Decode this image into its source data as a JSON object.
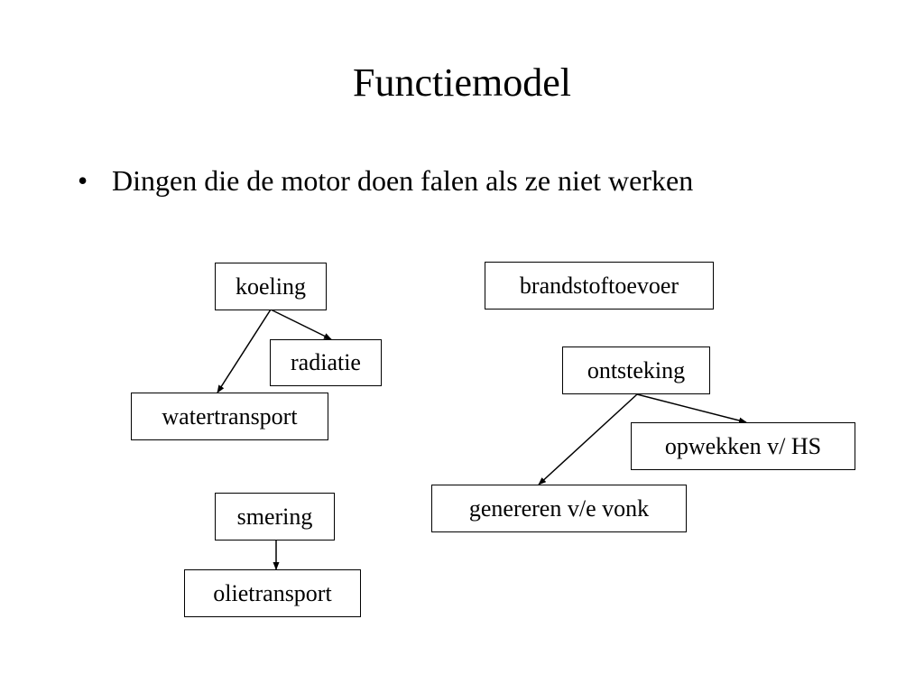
{
  "slide": {
    "title": "Functiemodel",
    "bullet_symbol": "•",
    "bullet_text": "Dingen die de motor doen falen als ze niet werken"
  },
  "diagram": {
    "nodes": {
      "koeling": "koeling",
      "radiatie": "radiatie",
      "watertransport": "watertransport",
      "smering": "smering",
      "olietransport": "olietransport",
      "brandstoftoevoer": "brandstoftoevoer",
      "ontsteking": "ontsteking",
      "opwekken": "opwekken v/ HS",
      "genereren": "genereren v/e vonk"
    },
    "edges": [
      {
        "from": "koeling",
        "to": "radiatie"
      },
      {
        "from": "koeling",
        "to": "watertransport"
      },
      {
        "from": "smering",
        "to": "olietransport"
      },
      {
        "from": "ontsteking",
        "to": "opwekken"
      },
      {
        "from": "ontsteking",
        "to": "genereren"
      }
    ],
    "colors": {
      "line": "#000000",
      "box_border": "#000000",
      "background": "#ffffff"
    }
  }
}
